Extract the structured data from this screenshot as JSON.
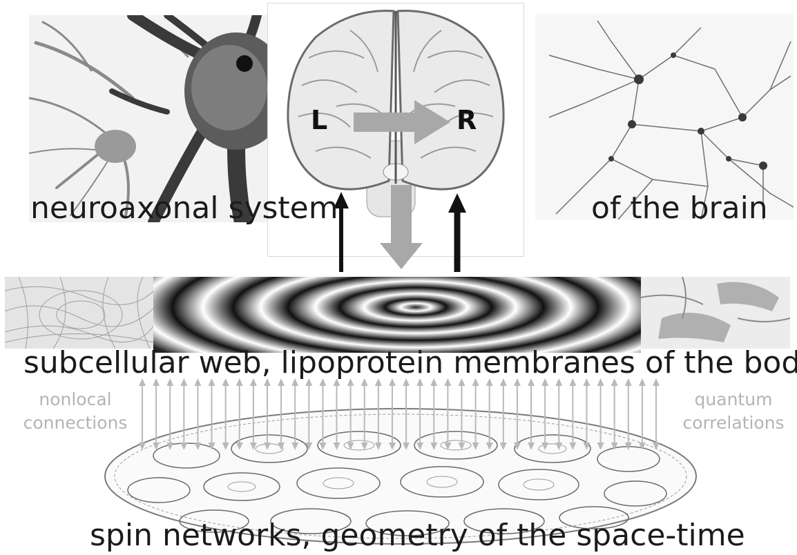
{
  "labels": {
    "left_hemisphere": "L",
    "right_hemisphere": "R",
    "neuroaxonal": "neuroaxonal system",
    "of_brain": "of the brain",
    "subcellular": "subcellular web, lipoprotein membranes of the body",
    "nonlocal_line1": "nonlocal",
    "nonlocal_line2": "connections",
    "quantum_line1": "quantum",
    "quantum_line2": "correlations",
    "spin": "spin networks, geometry of the space-time"
  },
  "colors": {
    "text_dark": "#1b1b1b",
    "text_light": "#b4b4b4",
    "arrow_grey": "#a8a8a8",
    "arrow_black": "#111111",
    "vertical_arrows": "#b9b9b9"
  },
  "icons": {
    "top_left_image": "neuron-closeup",
    "top_center_image": "brain-frontal-view",
    "top_right_image": "neuron-network",
    "middle_left_image": "fiber-mesh",
    "middle_center_image": "concentric-wave-pattern",
    "middle_right_image": "cell-membrane-texture",
    "bottom_image": "spin-network-disc"
  }
}
